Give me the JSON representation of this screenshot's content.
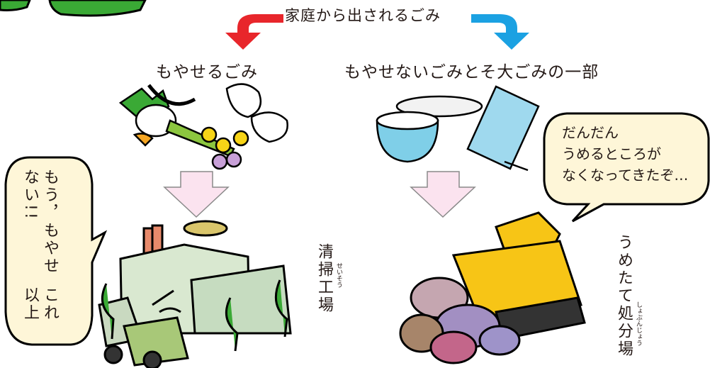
{
  "title": "家庭から出されるごみ",
  "burnable": {
    "label": "もやせるごみ",
    "facility": "清掃工場",
    "facility_ruby": "せいそう",
    "speech": [
      "これ以上",
      "もう，もやせない!!"
    ]
  },
  "non_burnable": {
    "label": "もやせないごみとそ大ごみの一部",
    "facility": "うめたて処分場",
    "facility_ruby": "しょぶんじょう",
    "speech": [
      "だんだん",
      "うめるところが",
      "なくなってきたぞ…"
    ]
  },
  "colors": {
    "arrow_left": "#e8262b",
    "arrow_right": "#1ba1e2",
    "flow_arrow_fill": "#fbe3ef",
    "bubble_fill": "#fef6d8",
    "top_blob": "#3aa935"
  }
}
